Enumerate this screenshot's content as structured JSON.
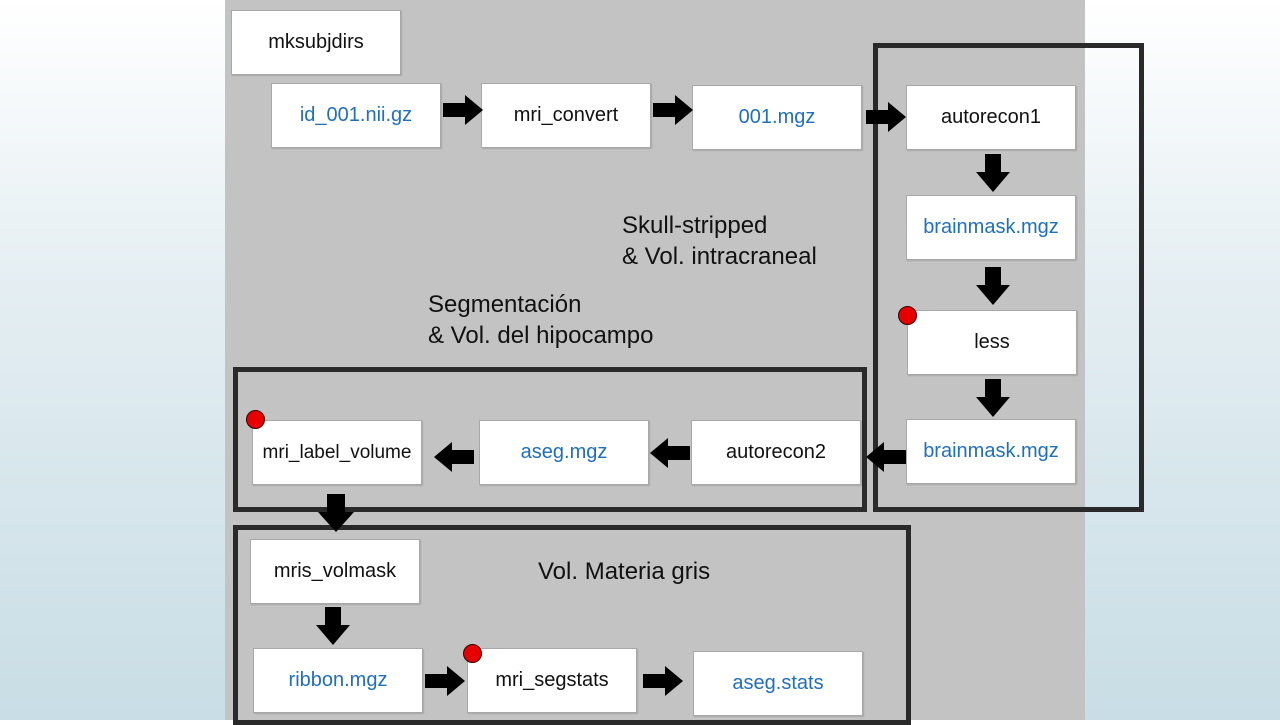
{
  "colors": {
    "canvas": "#c3c3c3",
    "file_text": "#1f6fbf",
    "marker": "#e60000",
    "frame": "#2a2a2a"
  },
  "nodes": {
    "mksubjdirs": "mksubjdirs",
    "id_001": "id_001.nii.gz",
    "mri_convert": "mri_convert",
    "mgz_001": "001.mgz",
    "autorecon1": "autorecon1",
    "brainmask1": "brainmask.mgz",
    "less": "less",
    "brainmask2": "brainmask.mgz",
    "autorecon2": "autorecon2",
    "aseg_mgz": "aseg.mgz",
    "mri_label_volume": "mri_label_volume",
    "mris_volmask": "mris_volmask",
    "ribbon": "ribbon.mgz",
    "mri_segstats": "mri_segstats",
    "aseg_stats": "aseg.stats"
  },
  "notes": {
    "skull_line1": "Skull-stripped",
    "skull_line2": "& Vol. intracraneal",
    "seg_line1": "Segmentación",
    "seg_line2": "& Vol. del hipocampo",
    "gris": "Vol. Materia gris"
  }
}
